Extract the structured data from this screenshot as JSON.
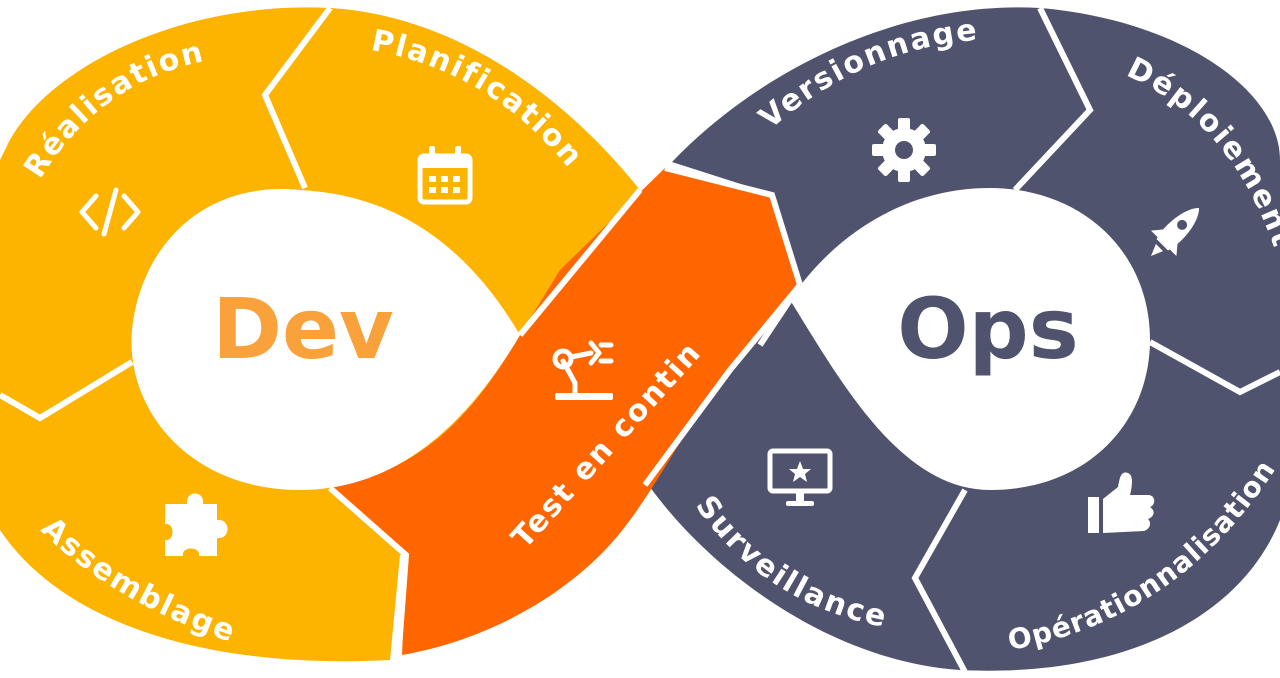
{
  "colors": {
    "dev_yellow": "#FDB400",
    "test_orange": "#FF6600",
    "ops_slate": "#50536E",
    "dev_text": "#F9A13A",
    "ops_text": "#50536E",
    "separator": "#ffffff"
  },
  "hubs": {
    "dev": "Dev",
    "ops": "Ops"
  },
  "segments": {
    "realisation": {
      "label": "Réalisation",
      "icon": "code-icon"
    },
    "planification": {
      "label": "Planification",
      "icon": "calendar-icon"
    },
    "assemblage": {
      "label": "Assemblage",
      "icon": "puzzle-icon"
    },
    "test": {
      "label": "Test en continu",
      "icon": "robot-arm-icon"
    },
    "versionnage": {
      "label": "Versionnage",
      "icon": "gear-icon"
    },
    "deploiement": {
      "label": "Déploiement",
      "icon": "rocket-icon"
    },
    "surveillance": {
      "label": "Surveillance",
      "icon": "monitor-star-icon"
    },
    "operationnalisation": {
      "label": "Opérationnalisation",
      "icon": "thumbs-up-icon"
    }
  }
}
